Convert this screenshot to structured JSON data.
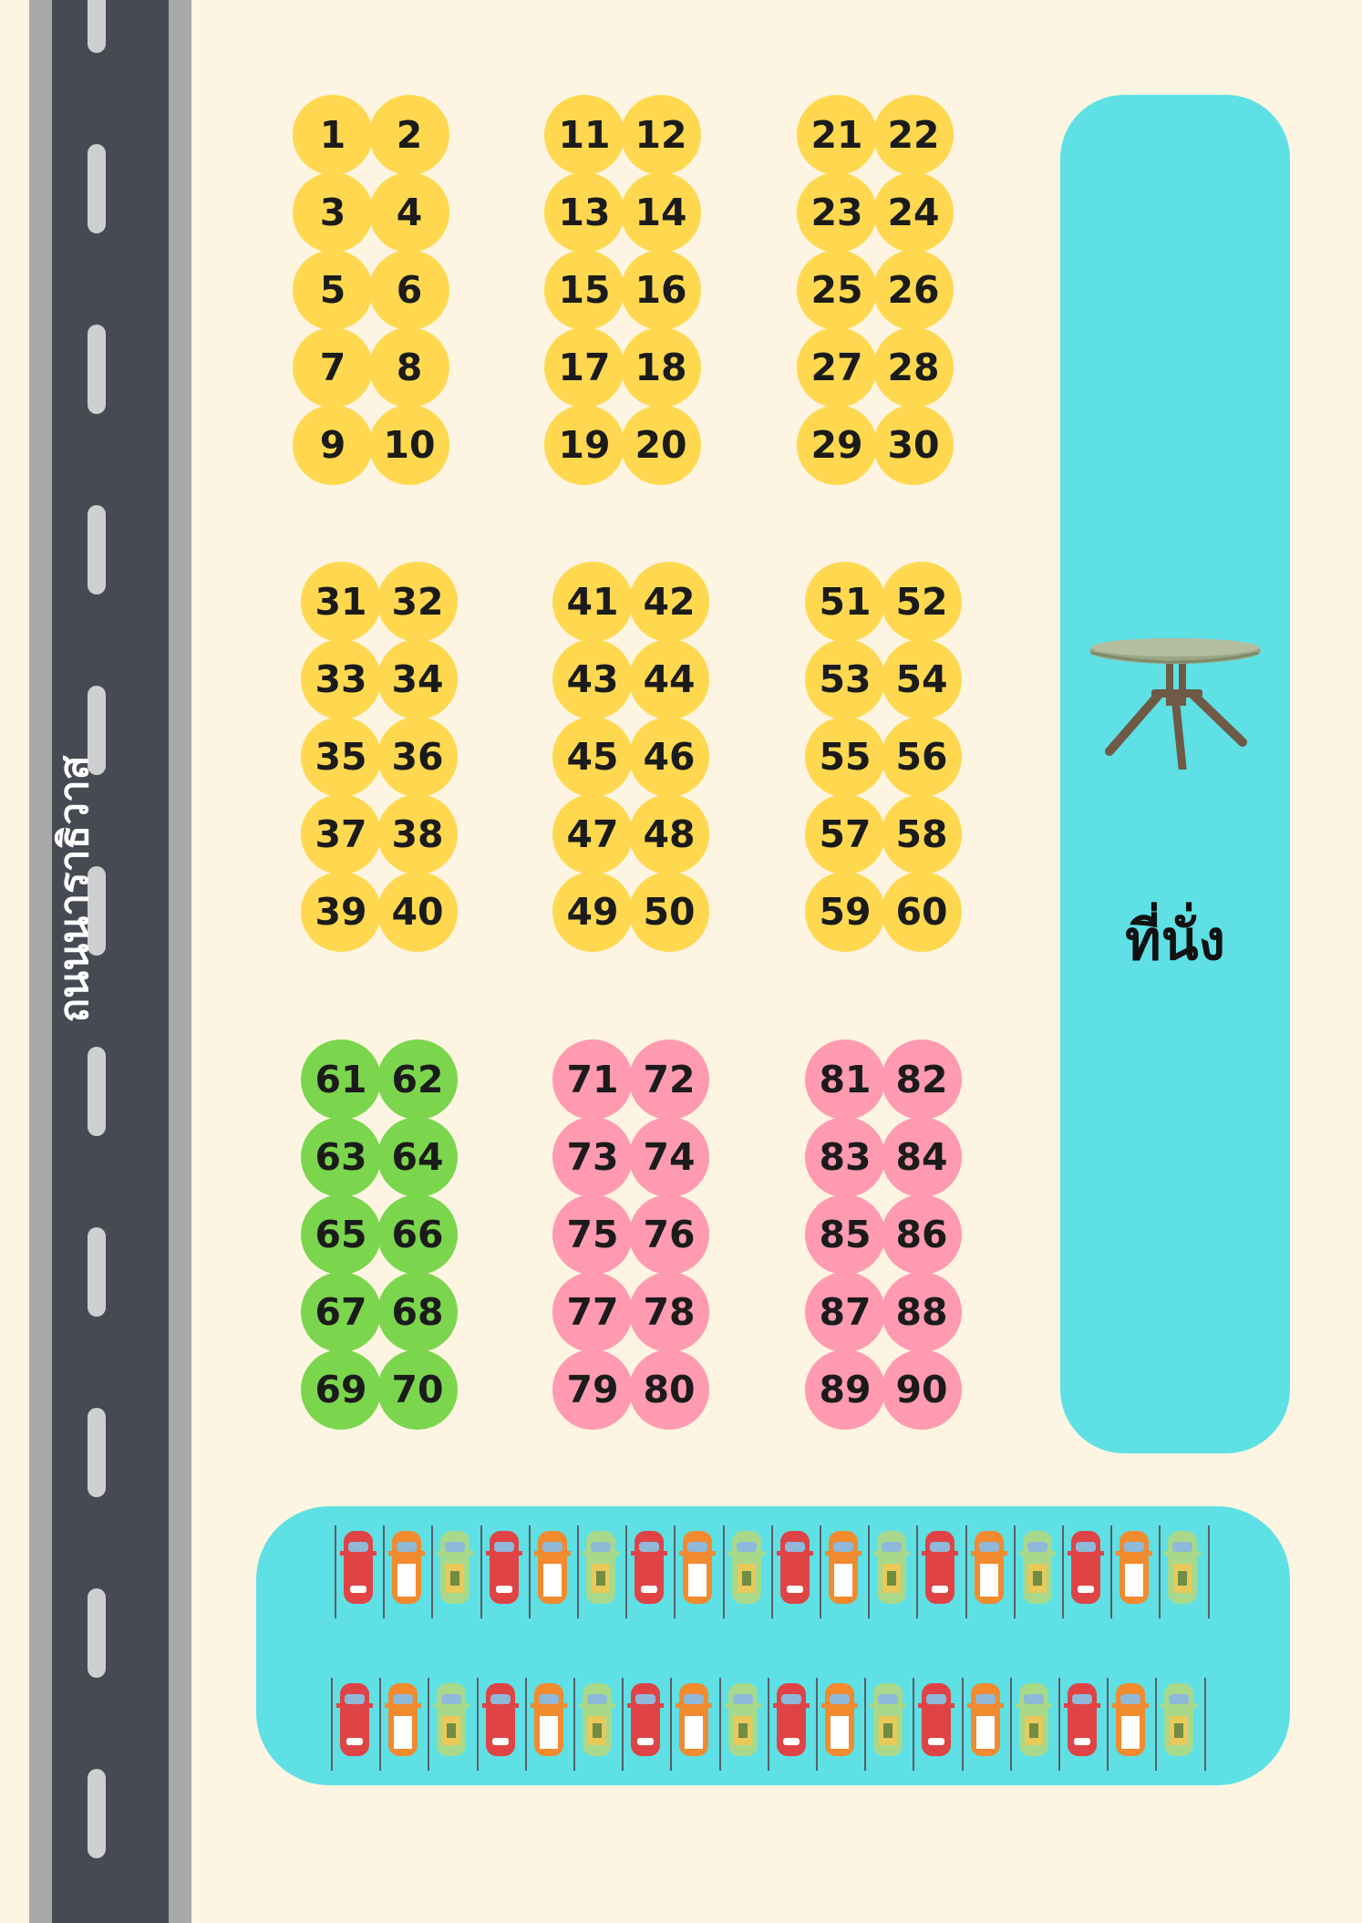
{
  "road": {
    "name": "ถนนนาราธิวาส"
  },
  "seating": {
    "label": "ที่นั่ง",
    "icon": "table-icon"
  },
  "legend_colors": {
    "yellow": "#ffd84f",
    "green": "#7bd64e",
    "pink": "#ff9ab1"
  },
  "stall_blocks": [
    {
      "color": "#ffd84f",
      "numbers": [
        1,
        2,
        3,
        4,
        5,
        6,
        7,
        8,
        9,
        10
      ]
    },
    {
      "color": "#ffd84f",
      "numbers": [
        11,
        12,
        13,
        14,
        15,
        16,
        17,
        18,
        19,
        20
      ]
    },
    {
      "color": "#ffd84f",
      "numbers": [
        21,
        22,
        23,
        24,
        25,
        26,
        27,
        28,
        29,
        30
      ]
    },
    {
      "color": "#ffd84f",
      "numbers": [
        31,
        32,
        33,
        34,
        35,
        36,
        37,
        38,
        39,
        40
      ]
    },
    {
      "color": "#ffd84f",
      "numbers": [
        41,
        42,
        43,
        44,
        45,
        46,
        47,
        48,
        49,
        50
      ]
    },
    {
      "color": "#ffd84f",
      "numbers": [
        51,
        52,
        53,
        54,
        55,
        56,
        57,
        58,
        59,
        60
      ]
    },
    {
      "color": "#7bd64e",
      "numbers": [
        61,
        62,
        63,
        64,
        65,
        66,
        67,
        68,
        69,
        70
      ]
    },
    {
      "color": "#ff9ab1",
      "numbers": [
        71,
        72,
        73,
        74,
        75,
        76,
        77,
        78,
        79,
        80
      ]
    },
    {
      "color": "#ff9ab1",
      "numbers": [
        81,
        82,
        83,
        84,
        85,
        86,
        87,
        88,
        89,
        90
      ]
    }
  ],
  "parking": {
    "rows": 2,
    "cars_per_row": 18,
    "car_colors": [
      "#e04345",
      "#f28a2e",
      "#a8d98a"
    ]
  }
}
